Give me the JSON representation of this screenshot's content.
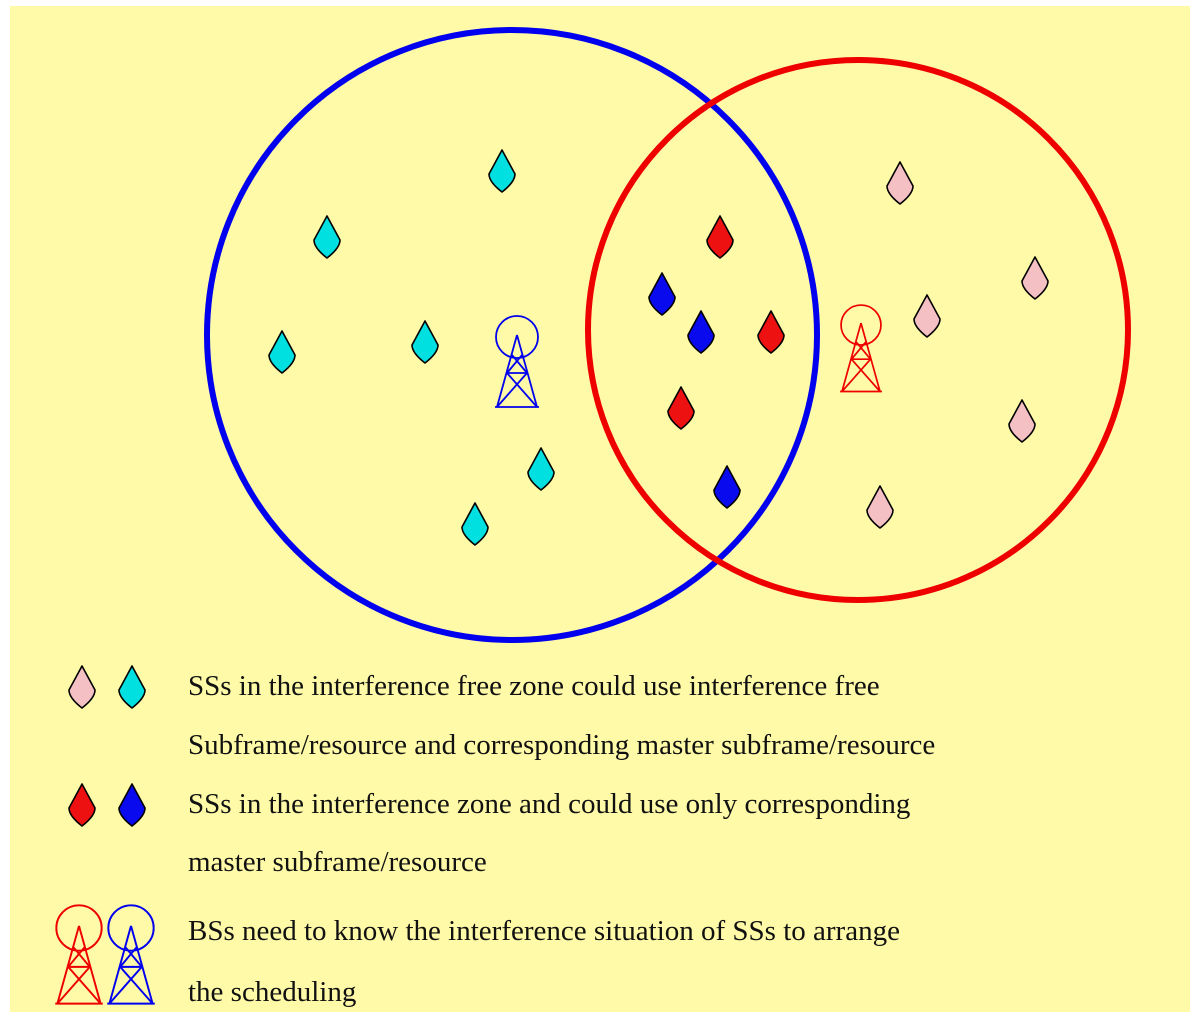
{
  "colors": {
    "background": "#fffaa8",
    "left_cell": "#0000ee",
    "right_cell": "#ee0000",
    "cyan_ss": "#00e0e0",
    "pink_ss": "#f4c0c4",
    "red_ss": "#ee1111",
    "blue_ss": "#0a0aee"
  },
  "icons": {
    "ss": "diamond-marker-icon",
    "bs": "antenna-tower-icon"
  },
  "legend": [
    {
      "symbols": [
        "pink-ss",
        "cyan-ss"
      ],
      "lines": [
        "SSs in the interference free zone  could use interference free",
        "Subframe/resource and corresponding master subframe/resource"
      ]
    },
    {
      "symbols": [
        "red-ss",
        "blue-ss"
      ],
      "lines": [
        "SSs in the interference zone and could use only corresponding",
        "master subframe/resource"
      ]
    },
    {
      "symbols": [
        "red-bs",
        "blue-bs"
      ],
      "lines": [
        "BSs need to know the interference situation of SSs to arrange",
        "the scheduling"
      ]
    }
  ]
}
